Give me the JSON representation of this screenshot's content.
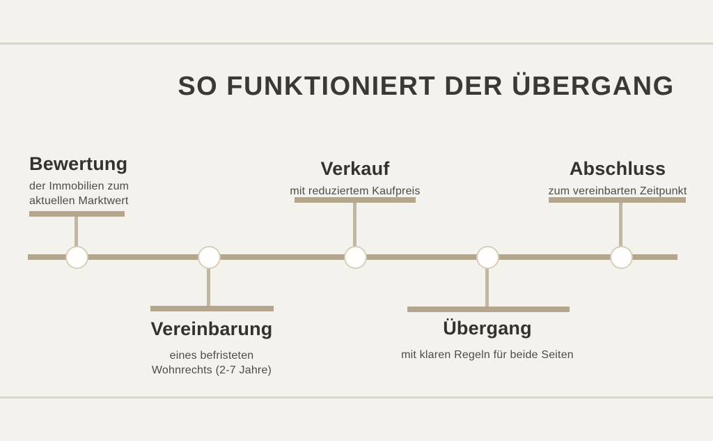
{
  "title": "SO FUNKTIONIERT DER ÜBERGANG",
  "colors": {
    "background": "#f4f2ed",
    "divider": "#d8d5ca",
    "accent_bar": "#b4a68c",
    "connector": "#c2b69e",
    "node_fill": "#fffefc",
    "node_border": "#d6cebd",
    "title_text": "#3a3935",
    "heading_text": "#33322e",
    "body_text": "#4c4b45"
  },
  "timeline": {
    "direction": "left-to-right",
    "steps": [
      {
        "label": "Bewertung",
        "desc_lines": [
          "der Immobilien zum",
          "aktuellen Marktwert"
        ],
        "side": "above"
      },
      {
        "label": "Vereinbarung",
        "desc_lines": [
          "eines befristeten",
          "Wohnrechts (2-7 Jahre)"
        ],
        "side": "below"
      },
      {
        "label": "Verkauf",
        "desc_lines": [
          "mit reduziertem Kaufpreis"
        ],
        "side": "above"
      },
      {
        "label": "Übergang",
        "desc_lines": [
          "mit klaren Regeln für beide Seiten"
        ],
        "side": "below"
      },
      {
        "label": "Abschluss",
        "desc_lines": [
          "zum vereinbarten Zeitpunkt"
        ],
        "side": "above"
      }
    ]
  }
}
